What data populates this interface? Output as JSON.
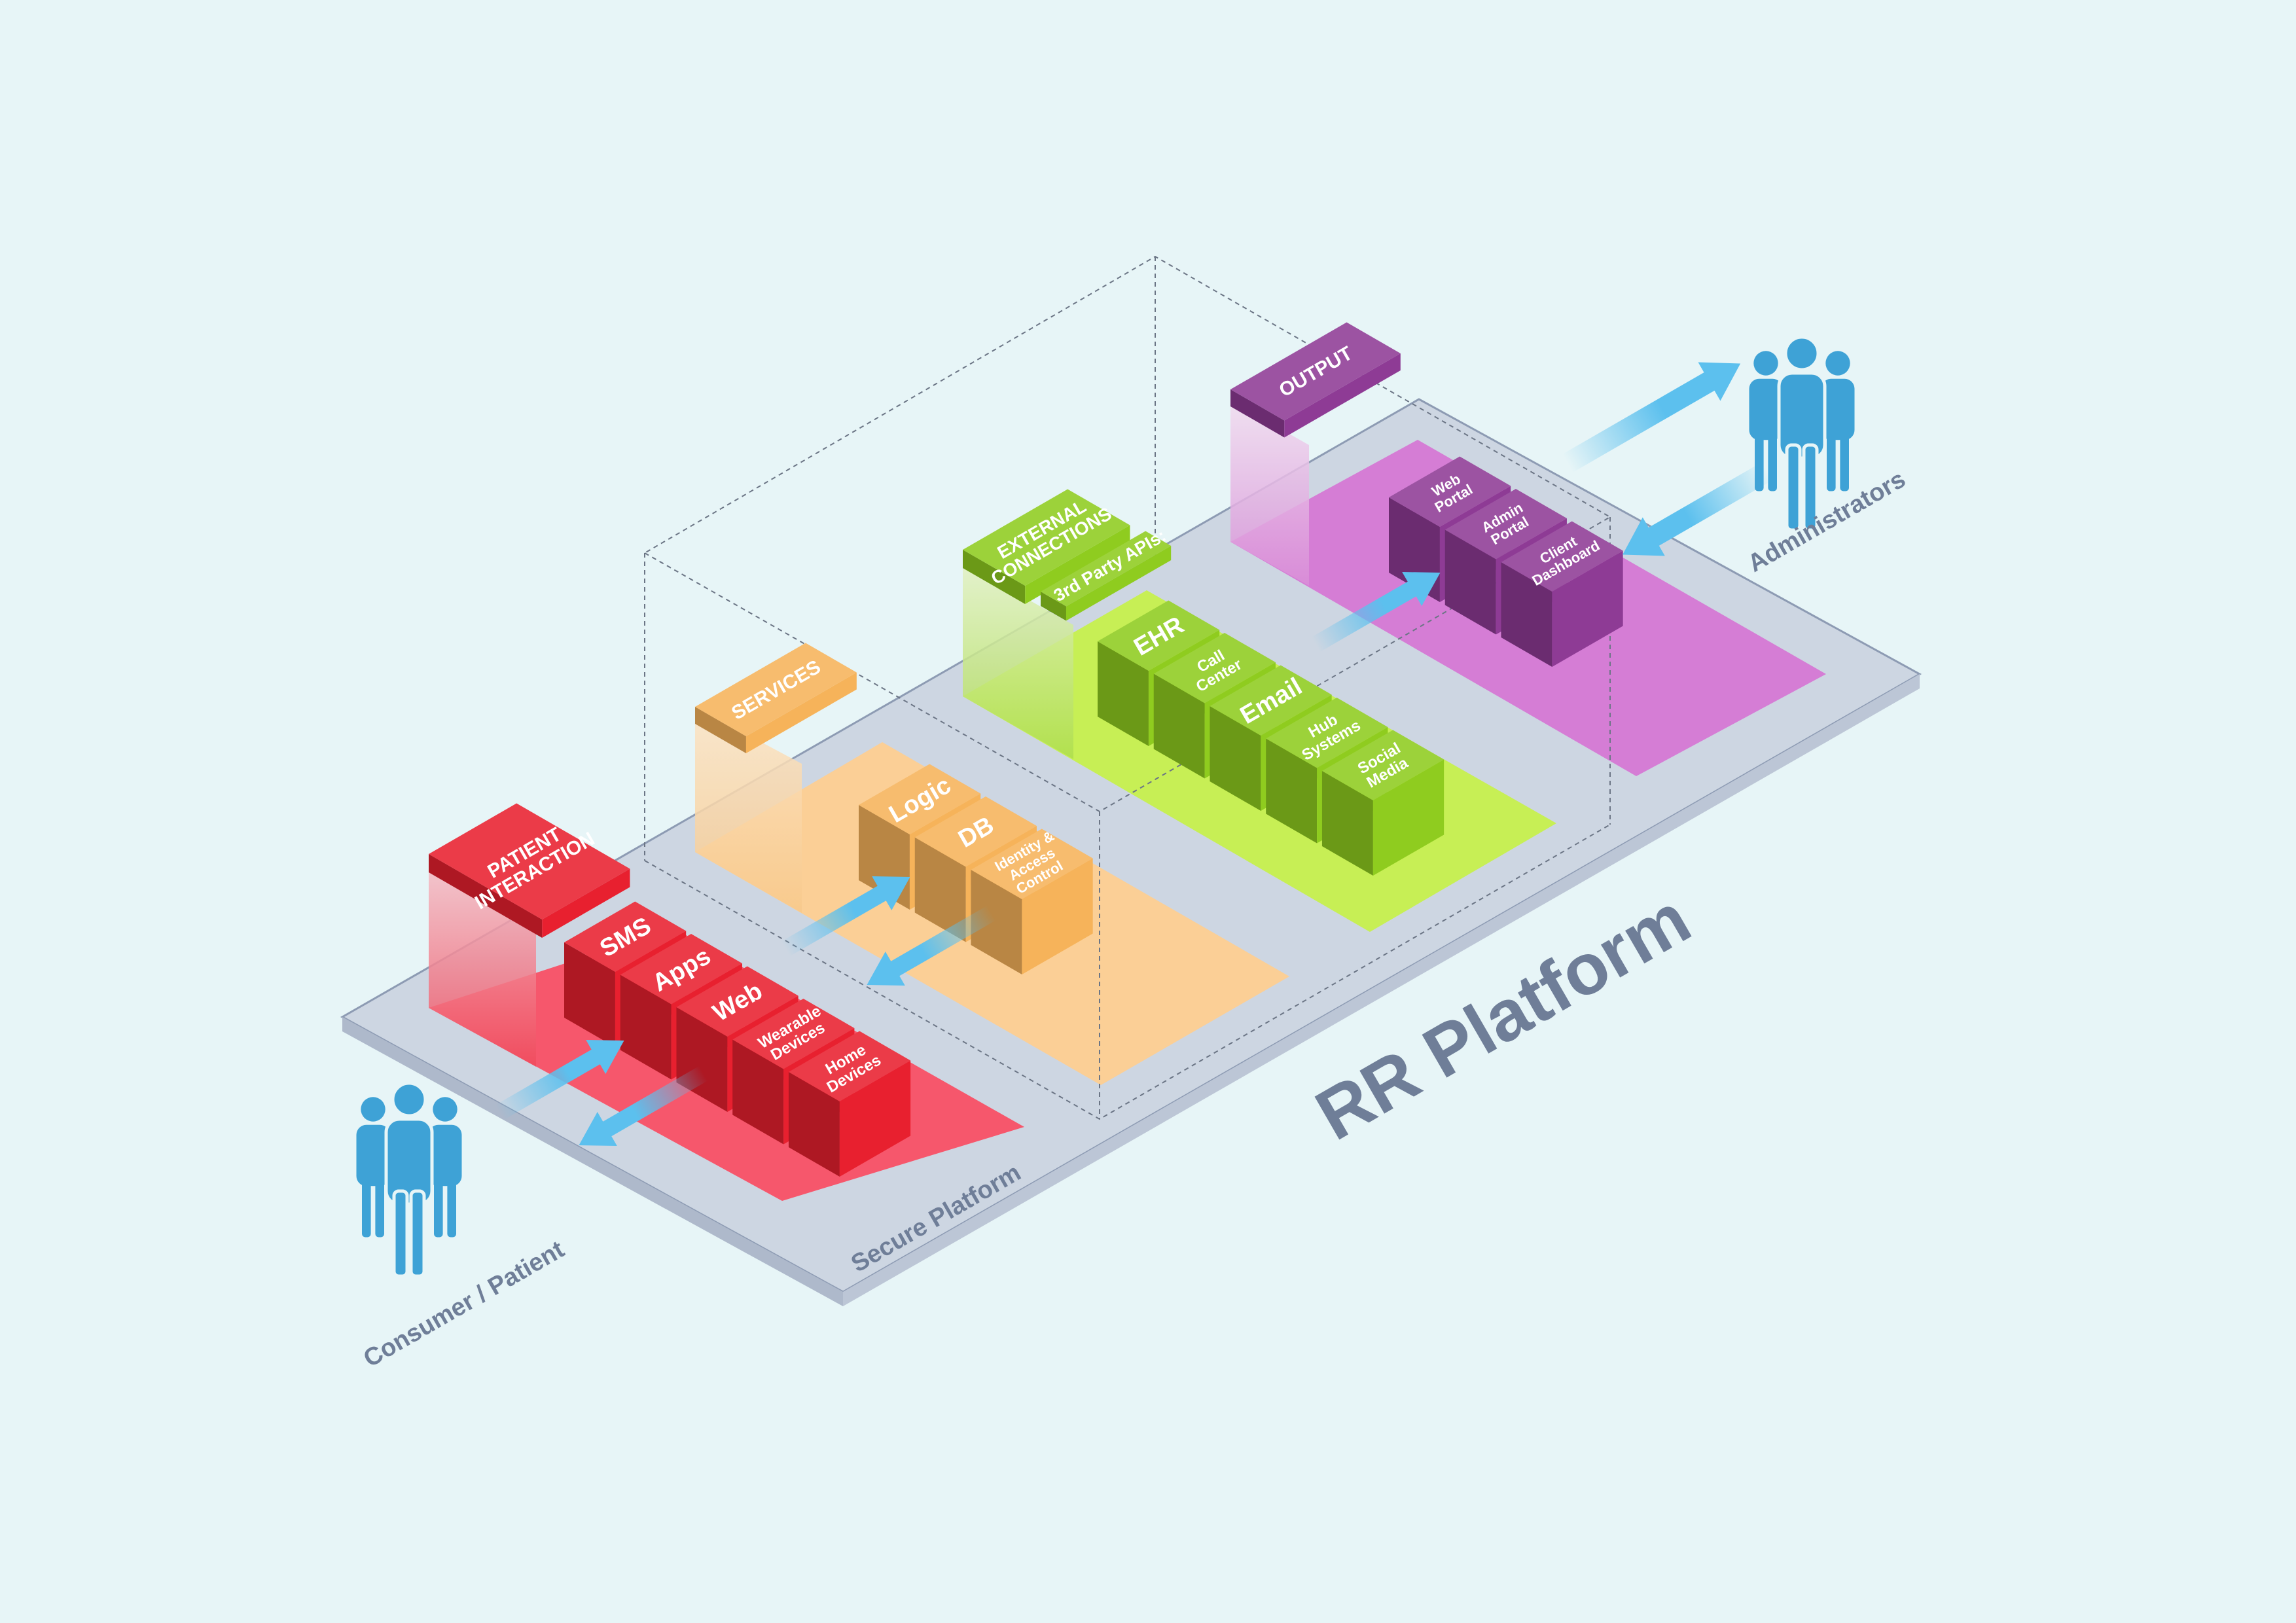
{
  "platform": {
    "title": "RR Platform",
    "base_label": "Secure Platform"
  },
  "actors": {
    "consumer": "Consumer / Patient",
    "administrators": "Administrators"
  },
  "sections": {
    "patient": {
      "label": [
        "PATIENT",
        "INTERACTION"
      ],
      "blocks": [
        [
          "SMS"
        ],
        [
          "Apps"
        ],
        [
          "Web"
        ],
        [
          "Wearable",
          "Devices"
        ],
        [
          "Home",
          "Devices"
        ]
      ]
    },
    "services": {
      "label": [
        "SERVICES"
      ],
      "blocks": [
        [
          "Logic"
        ],
        [
          "DB"
        ],
        [
          "Identity &",
          "Access",
          "Control"
        ]
      ]
    },
    "external": {
      "label": [
        "EXTERNAL",
        "CONNECTIONS"
      ],
      "sublabel": "3rd Party APIs:",
      "blocks": [
        [
          "EHR"
        ],
        [
          "Call",
          "Center"
        ],
        [
          "Email"
        ],
        [
          "Hub",
          "Systems"
        ],
        [
          "Social",
          "Media"
        ]
      ]
    },
    "output": {
      "label": [
        "OUTPUT"
      ],
      "blocks": [
        [
          "Web",
          "Portal"
        ],
        [
          "Admin",
          "Portal"
        ],
        [
          "Client",
          "Dashboard"
        ]
      ]
    }
  },
  "colors": {
    "background": "#e7f5f7",
    "base": "#cbd5e1",
    "patient": "#e8202f",
    "services": "#f6b35a",
    "external": "#8fcc1f",
    "output": "#8e3b95",
    "arrow": "#5cc0ee",
    "people": "#3ea2d6"
  }
}
